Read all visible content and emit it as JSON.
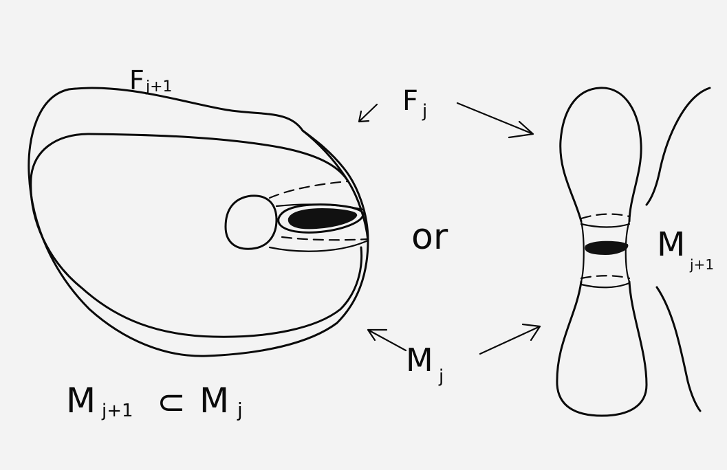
{
  "labels": {
    "F_j1": "F",
    "F_j1_sub": "j+1",
    "F_j": "F",
    "F_j_sub": "j",
    "or": "or",
    "M_j1_right": "M",
    "M_j1_right_sub": "j+1",
    "M_j": "M",
    "M_j_sub": "j",
    "M_j1_bottom": "M",
    "M_j1_bottom_sub": "j+1",
    "subset": "⊂",
    "M_j_bottom": "M",
    "M_j_bottom_sub": "j"
  }
}
